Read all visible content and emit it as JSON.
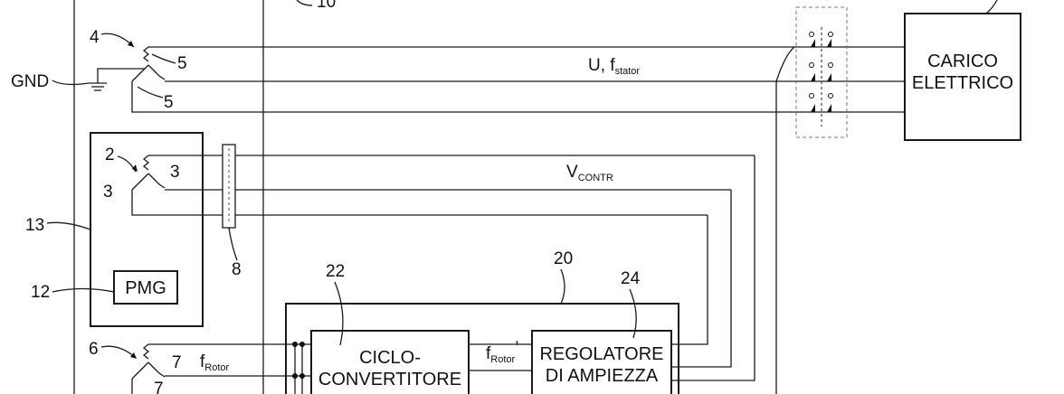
{
  "labels": {
    "gnd": "GND",
    "ref_10": "10",
    "ref_4": "4",
    "ref_5a": "5",
    "ref_5b": "5",
    "ref_2": "2",
    "ref_3a": "3",
    "ref_3b": "3",
    "ref_13": "13",
    "ref_12": "12",
    "ref_8": "8",
    "ref_6": "6",
    "ref_7a": "7",
    "ref_7b": "7",
    "ref_20": "20",
    "ref_22": "22",
    "ref_24": "24"
  },
  "signals": {
    "u_main": "U, f",
    "u_sub": "stator",
    "v_main": "V",
    "v_sub": "CONTR",
    "frotor_main": "f",
    "frotor_sub": "Rotor",
    "frotor2_main": "f",
    "frotor2_sub": "Rotor",
    "frotor2_prime": "’"
  },
  "blocks": {
    "pmg": "PMG",
    "carico_l1": "CARICO",
    "carico_l2": "ELETTRICO",
    "ciclo_l1": "CICLO-",
    "ciclo_l2": "CONVERTITORE",
    "regolatore_l1": "REGOLATORE",
    "regolatore_l2": "DI AMPIEZZA"
  }
}
